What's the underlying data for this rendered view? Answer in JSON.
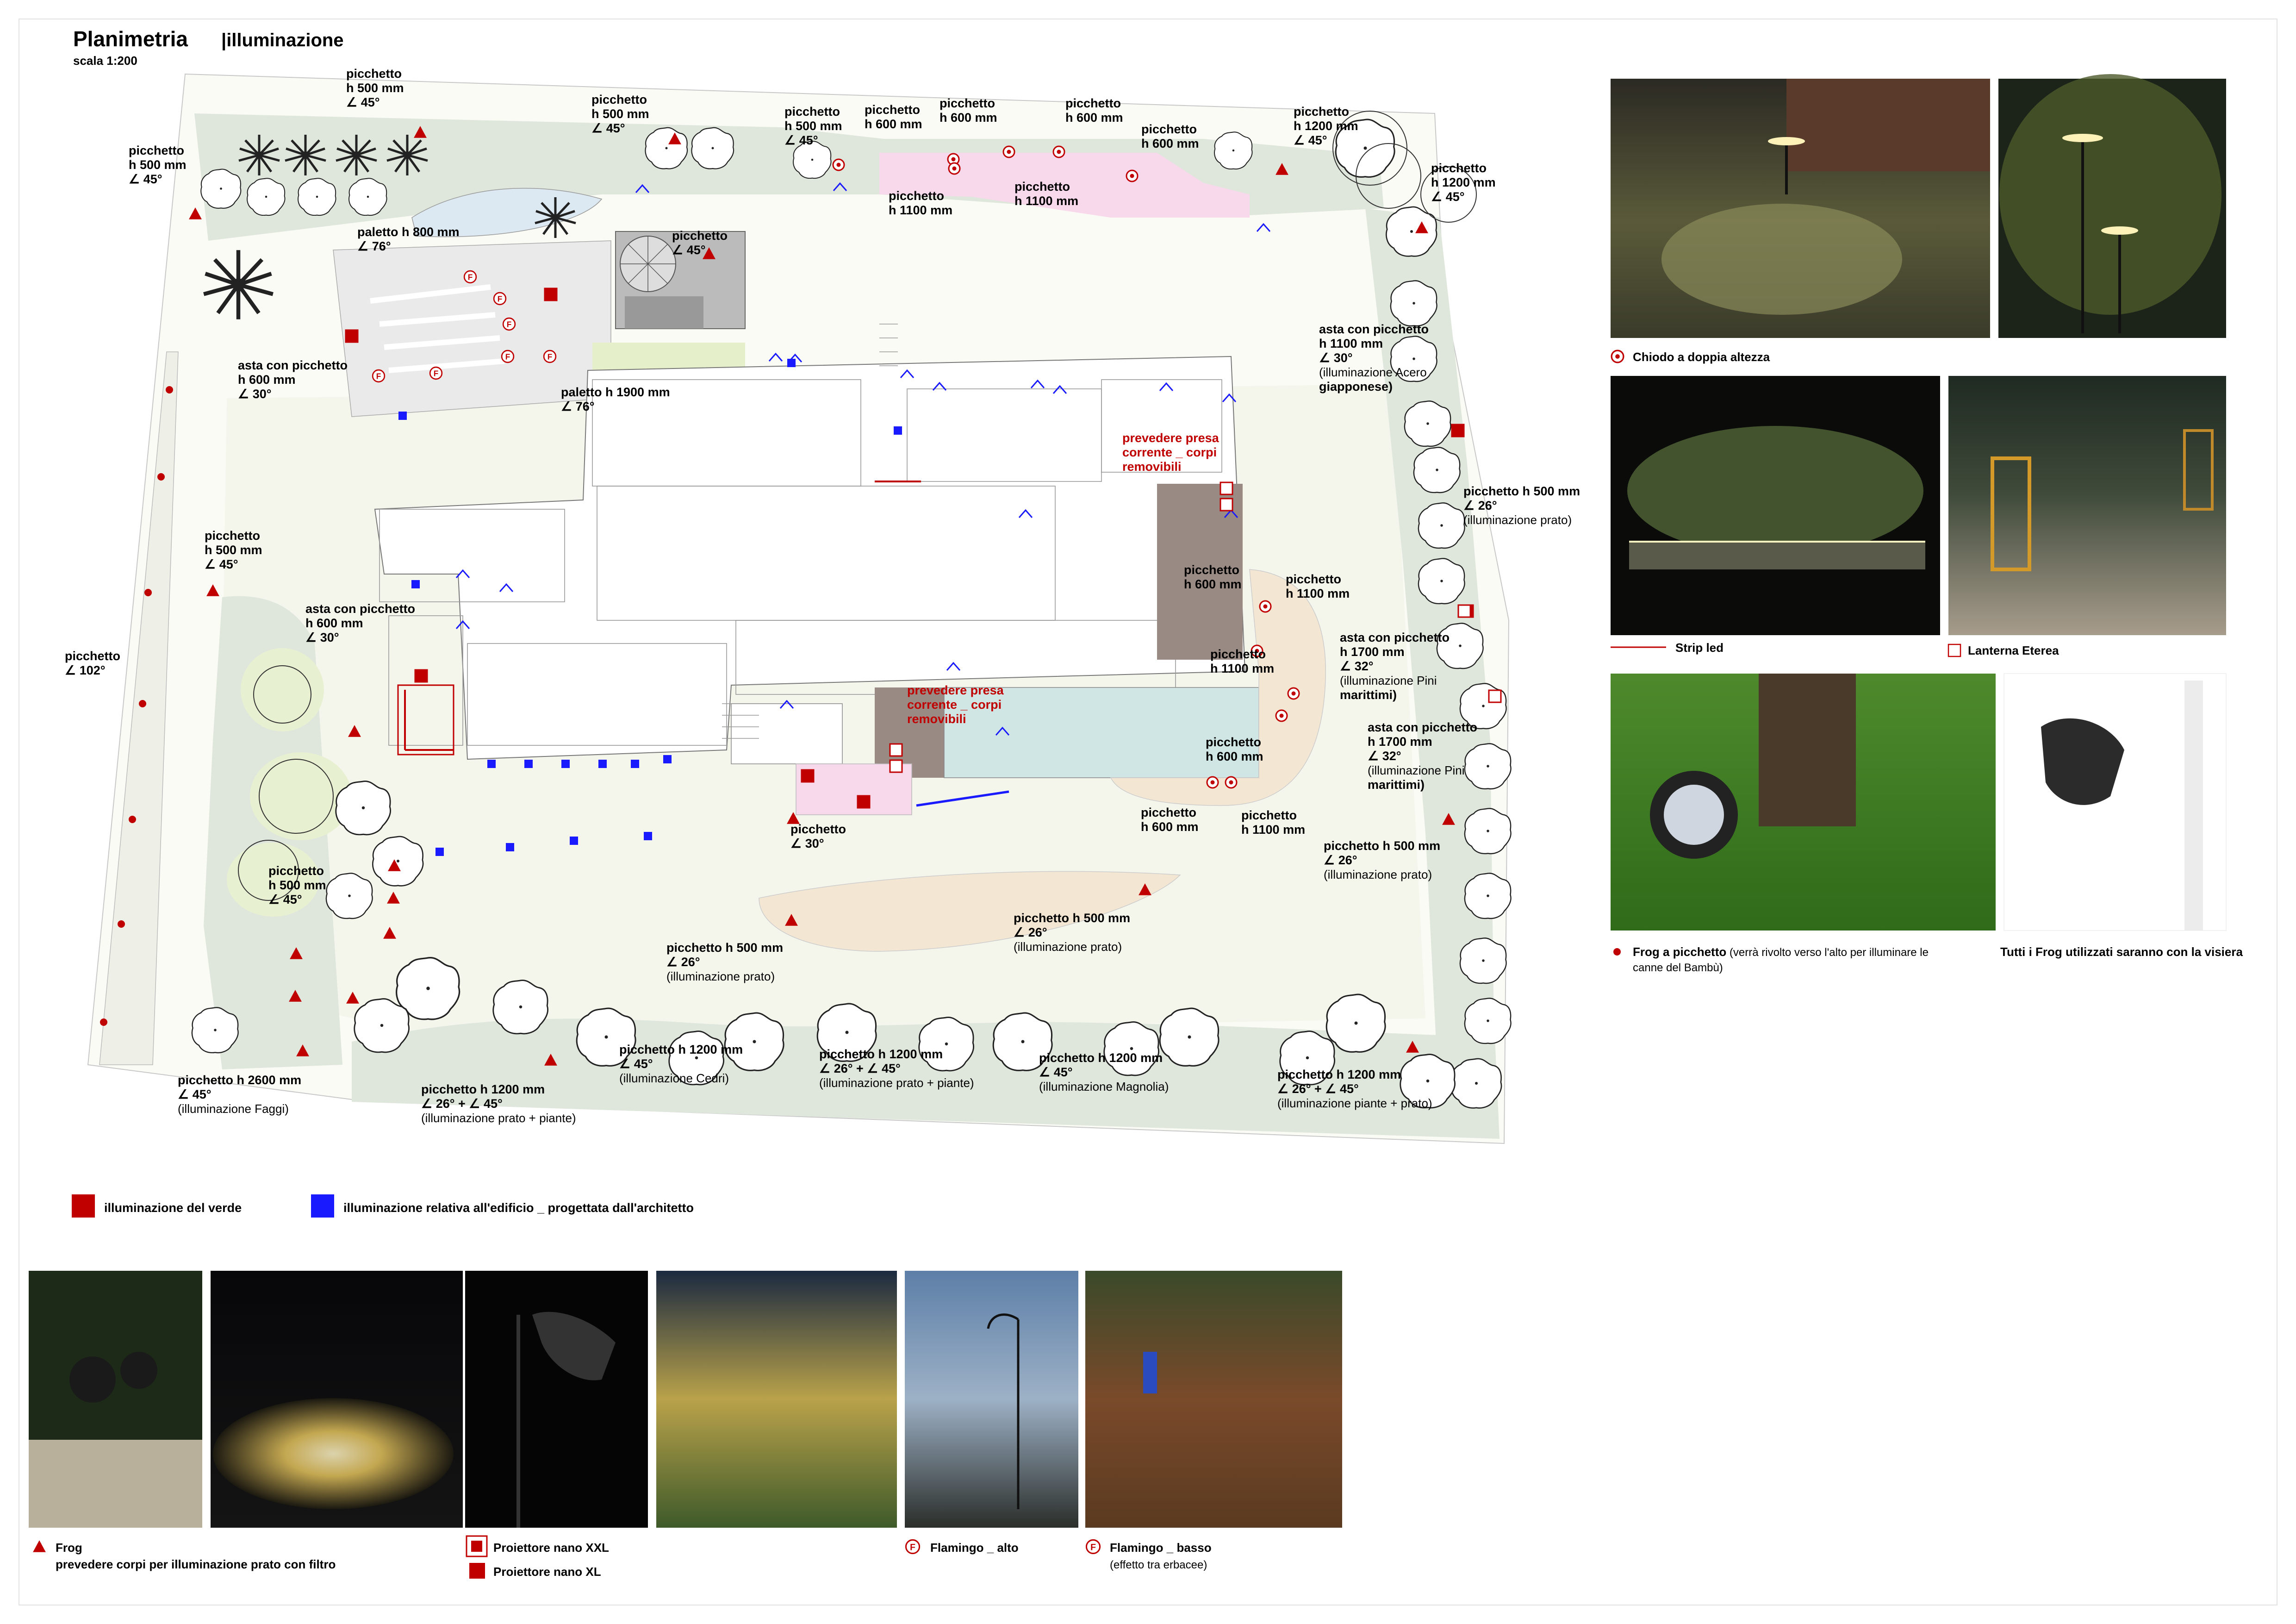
{
  "header": {
    "title": "Planimetria",
    "subtitle": "|illuminazione",
    "scale": "scala 1:200"
  },
  "plan_labels": [
    {
      "id": "l1",
      "lines": [
        "picchetto",
        "h 500 mm",
        "∠ 45°"
      ]
    },
    {
      "id": "l2",
      "lines": [
        "picchetto",
        "h 500 mm",
        "∠ 45°"
      ]
    },
    {
      "id": "l3",
      "lines": [
        "picchetto",
        "h 500 mm",
        "∠ 45°"
      ]
    },
    {
      "id": "l4",
      "lines": [
        "picchetto",
        "h 500 mm",
        "∠ 45°"
      ]
    },
    {
      "id": "l5",
      "lines": [
        "picchetto",
        "h 600 mm"
      ]
    },
    {
      "id": "l6",
      "lines": [
        "picchetto",
        "h 600 mm"
      ]
    },
    {
      "id": "l7",
      "lines": [
        "picchetto",
        "h 600 mm"
      ]
    },
    {
      "id": "l8",
      "lines": [
        "picchetto",
        "h 600 mm"
      ]
    },
    {
      "id": "l9",
      "lines": [
        "picchetto",
        "h 1100 mm"
      ]
    },
    {
      "id": "l10",
      "lines": [
        "picchetto",
        "h 1100 mm"
      ]
    },
    {
      "id": "l11",
      "lines": [
        "picchetto",
        "h 1200 mm",
        "∠ 45°"
      ]
    },
    {
      "id": "l12",
      "lines": [
        "picchetto",
        "h 1200 mm",
        "∠ 45°"
      ]
    },
    {
      "id": "l13",
      "lines": [
        "paletto h 800 mm",
        "∠ 76°"
      ]
    },
    {
      "id": "l14",
      "lines": [
        "picchetto",
        "∠ 45°"
      ]
    },
    {
      "id": "l15",
      "lines": [
        "asta con picchetto",
        "h 600 mm",
        "∠ 30°"
      ]
    },
    {
      "id": "l16",
      "lines": [
        "paletto h 1900 mm",
        "∠ 76°"
      ]
    },
    {
      "id": "l17",
      "lines": [
        "asta con picchetto",
        "h 1100 mm",
        "∠ 30°",
        "(illuminazione Acero",
        "giapponese)"
      ]
    },
    {
      "id": "l18",
      "lines": [
        "picchetto h 500 mm",
        "∠ 26°",
        "(illuminazione prato)"
      ]
    },
    {
      "id": "l19",
      "lines": [
        "picchetto",
        "h 500 mm",
        "∠ 45°"
      ]
    },
    {
      "id": "l20",
      "lines": [
        "asta con picchetto",
        "h 600 mm",
        "∠ 30°"
      ]
    },
    {
      "id": "l21",
      "lines": [
        "picchetto",
        "∠ 102°"
      ]
    },
    {
      "id": "l22",
      "lines": [
        "picchetto",
        "h 600 mm"
      ]
    },
    {
      "id": "l23",
      "lines": [
        "picchetto",
        "h 1100 mm"
      ]
    },
    {
      "id": "l24",
      "lines": [
        "picchetto",
        "h 1100 mm"
      ]
    },
    {
      "id": "l25",
      "lines": [
        "asta con picchetto",
        "h 1700 mm",
        "∠ 32°",
        "(illuminazione Pini",
        "marittimi)"
      ]
    },
    {
      "id": "l26",
      "lines": [
        "asta con picchetto",
        "h 1700 mm",
        "∠ 32°",
        "(illuminazione Pini",
        "marittimi)"
      ]
    },
    {
      "id": "l27",
      "lines": [
        "picchetto",
        "h 600 mm"
      ]
    },
    {
      "id": "l28",
      "lines": [
        "picchetto",
        "h 600 mm"
      ]
    },
    {
      "id": "l29",
      "lines": [
        "picchetto",
        "h 1100 mm"
      ]
    },
    {
      "id": "l30",
      "lines": [
        "picchetto h 500 mm",
        "∠ 26°",
        "(illuminazione prato)"
      ]
    },
    {
      "id": "l31",
      "lines": [
        "picchetto",
        "∠ 30°"
      ]
    },
    {
      "id": "l32",
      "lines": [
        "picchetto",
        "h 500 mm",
        "∠ 45°"
      ]
    },
    {
      "id": "l33",
      "lines": [
        "picchetto h 500 mm",
        "∠ 26°",
        "(illuminazione prato)"
      ]
    },
    {
      "id": "l34",
      "lines": [
        "picchetto h 500 mm",
        "∠ 26°",
        "(illuminazione prato)"
      ]
    },
    {
      "id": "l35",
      "lines": [
        "picchetto h 2600 mm",
        "∠ 45°",
        "(illuminazione Faggi)"
      ]
    },
    {
      "id": "l36",
      "lines": [
        "picchetto h 1200 mm",
        "∠ 26° + ∠ 45°",
        "(illuminazione prato + piante)"
      ]
    },
    {
      "id": "l37",
      "lines": [
        "picchetto h 1200 mm",
        "∠ 45°",
        "(illuminazione Cedri)"
      ]
    },
    {
      "id": "l38",
      "lines": [
        "picchetto h 1200 mm",
        "∠ 26° + ∠ 45°",
        "(illuminazione prato + piante)"
      ]
    },
    {
      "id": "l39",
      "lines": [
        "picchetto h 1200 mm",
        "∠ 45°",
        "(illuminazione Magnolia)"
      ]
    },
    {
      "id": "l40",
      "lines": [
        "picchetto h 1200 mm",
        "∠ 26° + ∠ 45°",
        "(illuminazione piante + prato)"
      ]
    }
  ],
  "notes": {
    "presa1": [
      "prevedere presa",
      "corrente _ corpi",
      "removibili"
    ],
    "presa2": [
      "prevedere presa",
      "corrente _ corpi",
      "removibili"
    ]
  },
  "legend": {
    "verde": "illuminazione del verde",
    "edificio": "illuminazione relativa all'edificio _ progettata dall'architetto"
  },
  "right_captions": {
    "chiodo": "Chiodo a doppia altezza",
    "strip": "Strip led",
    "lanterna": "Lanterna Eterea",
    "frog_bold": "Frog a picchetto",
    "frog_note1": " (verrà rivolto verso l'alto per illuminare le",
    "frog_note2": "canne del Bambù)",
    "visiera": "Tutti i Frog utilizzati saranno con la visiera"
  },
  "bottom_captions": {
    "frog": "Frog",
    "frog_note": "prevedere corpi per illuminazione prato con filtro",
    "proiettore_xxl": "Proiettore nano XXL",
    "proiettore_xl": "Proiettore nano XL",
    "flamingo_alto": "Flamingo _ alto",
    "flamingo_basso": "Flamingo _ basso",
    "flamingo_basso_note": "(effetto tra erbacee)"
  },
  "icons": {
    "frog": "red-triangle-icon",
    "chiodo": "red-target-icon",
    "flamingo": "flamingo-f-icon",
    "proiettore_xxl": "red-square-outline-icon",
    "proiettore_xl": "red-square-icon",
    "strip": "red-line-icon",
    "lanterna": "square-outline-icon"
  },
  "colors": {
    "accent_red": "#c00000",
    "architect_blue": "#1a1aff",
    "grass": "#f6f7ee",
    "hedge": "#dfe6dc",
    "pink_path": "#f8d9ec",
    "pool": "#cfe6e4",
    "deck": "#9a8a84",
    "beige": "#f3e7d3"
  }
}
